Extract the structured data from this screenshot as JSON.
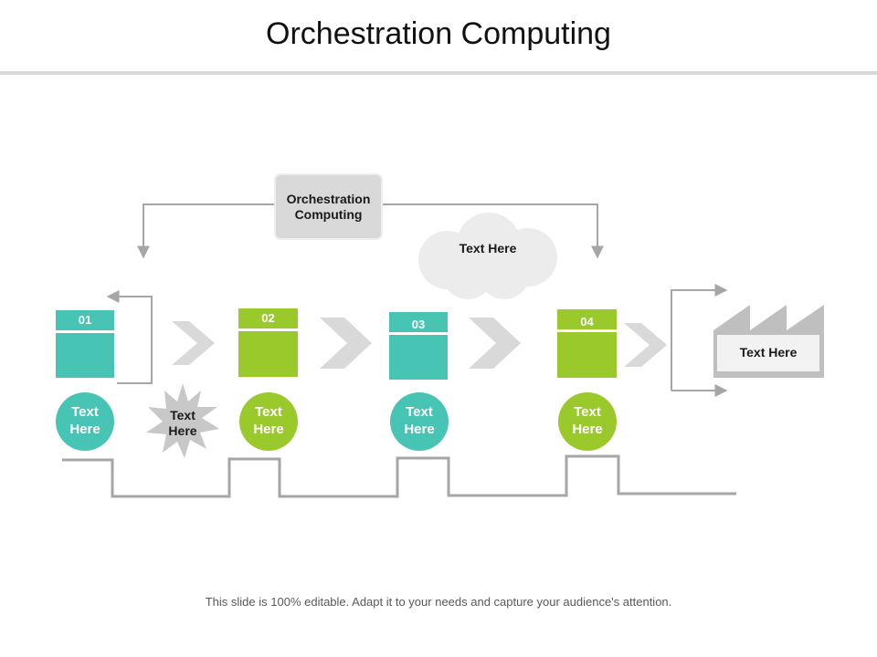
{
  "slide": {
    "title": "Orchestration Computing",
    "footer": "This slide is 100% editable. Adapt it to your needs and capture your audience's attention."
  },
  "top_box": {
    "label": "Orchestration Computing"
  },
  "cloud": {
    "label": "Text Here"
  },
  "burst": {
    "label": "Text Here"
  },
  "factory": {
    "label": "Text Here"
  },
  "steps": [
    {
      "number": "01",
      "circle_label": "Text Here",
      "color": "#48c4b4"
    },
    {
      "number": "02",
      "circle_label": "Text Here",
      "color": "#9ac92c"
    },
    {
      "number": "03",
      "circle_label": "Text Here",
      "color": "#48c4b4"
    },
    {
      "number": "04",
      "circle_label": "Text Here",
      "color": "#9ac92c"
    }
  ],
  "colors": {
    "teal": "#48c4b4",
    "green": "#9ac92c",
    "gray_shape": "#d9d9d9",
    "connector": "#a6a6a6"
  },
  "icons": [
    "chevron-arrow-icon",
    "cloud-icon",
    "starburst-icon",
    "factory-icon"
  ]
}
